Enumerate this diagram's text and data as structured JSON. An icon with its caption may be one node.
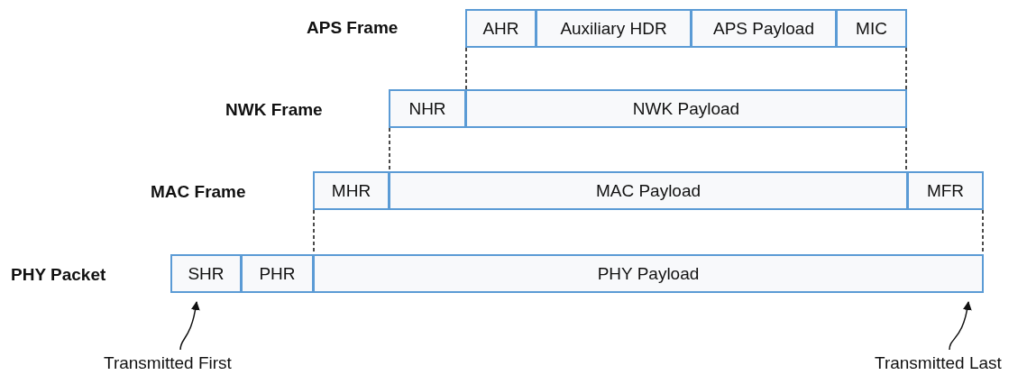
{
  "diagram": {
    "nodes": [
      {
        "text": [
          "AHR"
        ]
      },
      {
        "text": [
          "Auxiliary HDR"
        ]
      },
      {
        "text": [
          "APS Payload"
        ]
      },
      {
        "text": [
          "MIC"
        ]
      },
      {
        "text": [
          "NHR"
        ]
      },
      {
        "text": [
          "NWK Payload"
        ]
      },
      {
        "text": [
          "MHR"
        ]
      },
      {
        "text": [
          "MAC Payload"
        ]
      },
      {
        "text": [
          "MFR"
        ]
      },
      {
        "text": [
          "SHR"
        ]
      },
      {
        "text": [
          "PHR"
        ]
      },
      {
        "text": [
          "PHY Payload"
        ]
      },
      {
        "text": [
          "Transmitted First"
        ]
      },
      {
        "text": [
          "Transmitted Last"
        ]
      }
    ],
    "edges": [
      {
        "from": 0,
        "to": 5,
        "arrow": "none",
        "style": "dashed"
      },
      {
        "from": 3,
        "to": 5,
        "arrow": "none",
        "style": "dashed"
      },
      {
        "from": 4,
        "to": 7,
        "arrow": "none",
        "style": "dashed"
      },
      {
        "from": 5,
        "to": 7,
        "arrow": "none",
        "style": "dashed"
      },
      {
        "from": 6,
        "to": 11,
        "arrow": "none",
        "style": "dashed"
      },
      {
        "from": 8,
        "to": 11,
        "arrow": "none",
        "style": "dashed"
      },
      {
        "from": 12,
        "to": 9,
        "arrow": "to"
      },
      {
        "from": 13,
        "to": 11,
        "arrow": "to"
      }
    ],
    "labels": [
      "APS Frame",
      "NWK Frame",
      "MAC Frame",
      "PHY Packet"
    ]
  }
}
